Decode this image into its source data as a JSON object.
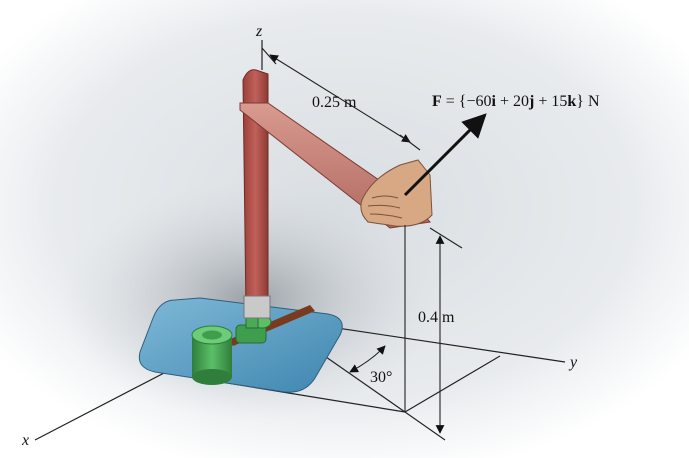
{
  "diagram": {
    "axes": {
      "z": "z",
      "y": "y",
      "x": "x"
    },
    "dimensions": {
      "horizontal_arm": "0.25 m",
      "height": "0.4 m",
      "angle": "30°"
    },
    "force": {
      "symbol": "F",
      "equals": " = {−60",
      "i": "i",
      "plus_20": " + 20",
      "j": "j",
      "plus_15": " + 15",
      "k": "k",
      "unit": "} N"
    }
  },
  "colors": {
    "background_shade": "#dde2e6",
    "pad": "#5b9fc4",
    "post": "#b8564e",
    "post_dark": "#8e3a34",
    "arm": "#c8847a",
    "base_green": "#3f9e4e",
    "hand": "#d8a783"
  }
}
